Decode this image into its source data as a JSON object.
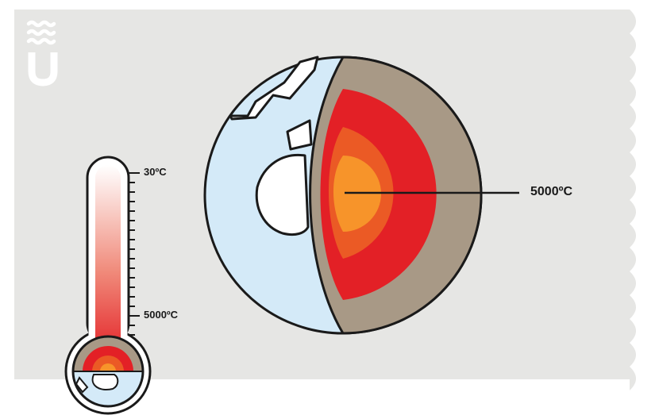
{
  "labels": {
    "thermometer_top": "30ºC",
    "thermometer_bottom": "5000ºC",
    "core_temperature": "5000ºC"
  },
  "logo": {
    "text": "U",
    "name": "university-logo"
  },
  "colors": {
    "panel": "#e6e6e4",
    "ocean": "#d4eaf8",
    "crust": "#a89986",
    "mantle": "#e32026",
    "outer_core": "#eb5a25",
    "inner_core": "#f7942a",
    "outline": "#1a1a1a"
  }
}
